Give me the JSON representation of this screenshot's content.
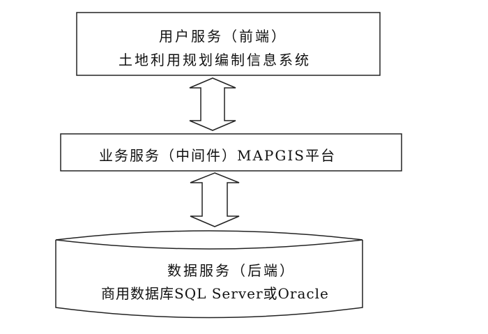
{
  "diagram": {
    "front_end": {
      "title": "用户服务（前端）",
      "subtitle": "土地利用规划编制信息系统"
    },
    "middleware": {
      "title": "业务服务（中间件）MAPGIS平台"
    },
    "back_end": {
      "title": "数据服务（后端）",
      "subtitle": "商用数据库SQL Server或Oracle"
    },
    "connectors": [
      {
        "from": "front_end",
        "to": "middleware",
        "type": "bidirectional"
      },
      {
        "from": "middleware",
        "to": "back_end",
        "type": "bidirectional"
      }
    ]
  }
}
